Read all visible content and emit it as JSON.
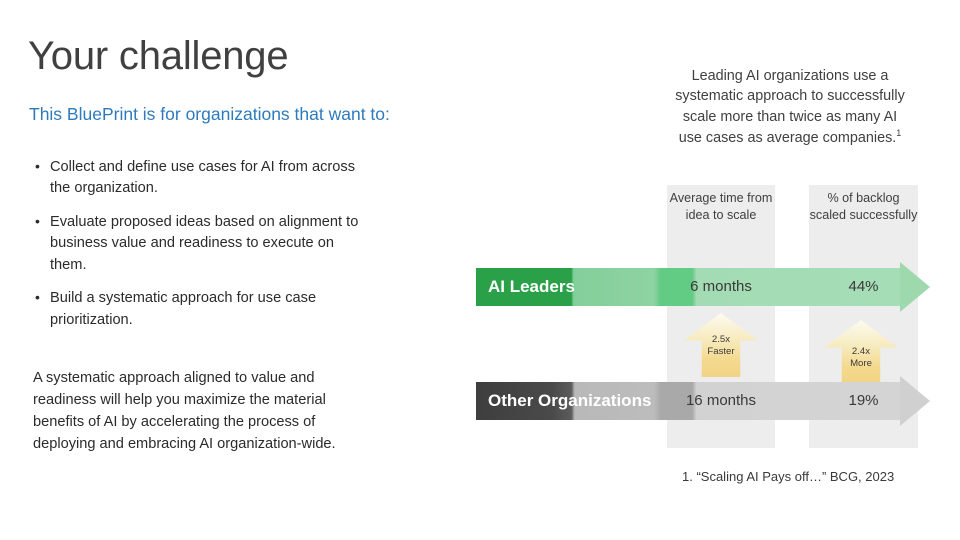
{
  "slide": {
    "title": "Your challenge",
    "subtitle": "This  BluePrint is for organizations that want to:",
    "bullets": [
      "Collect and define use cases for AI from across the organization.",
      "Evaluate proposed ideas based on alignment to business value and readiness to execute on them.",
      "Build a systematic approach for use case prioritization."
    ],
    "summary": "A systematic approach aligned to value and readiness will help you maximize the material benefits of AI by accelerating the process of deploying and embracing AI organization-wide."
  },
  "graphic": {
    "insight": "Leading AI organizations use a systematic approach to successfully scale more than twice as many AI use cases as average companies.",
    "insight_footnote_marker": "1",
    "columns": [
      {
        "header": "Average time from idea to scale"
      },
      {
        "header": "% of backlog scaled successfully"
      }
    ],
    "rows": [
      {
        "label": "AI Leaders",
        "values": [
          "6 months",
          "44%"
        ]
      },
      {
        "label": "Other Organizations",
        "values": [
          "16 months",
          "19%"
        ]
      }
    ],
    "badges": [
      {
        "multiplier": "2.5x",
        "word": "Faster"
      },
      {
        "multiplier": "2.4x",
        "word": "More"
      }
    ],
    "footnote": "1. “Scaling AI Pays off…” BCG, 2023",
    "colors": {
      "accent_blue": "#2d7bbd",
      "leader_green_dark": "#2aa148",
      "leader_green_light": "#9ed9ae",
      "other_gray_dark": "#3e3e3e",
      "other_gray_light": "#d0d0d0",
      "badge_gold": "#f2d385",
      "column_panel": "#ededed",
      "title_gray": "#404040"
    }
  }
}
